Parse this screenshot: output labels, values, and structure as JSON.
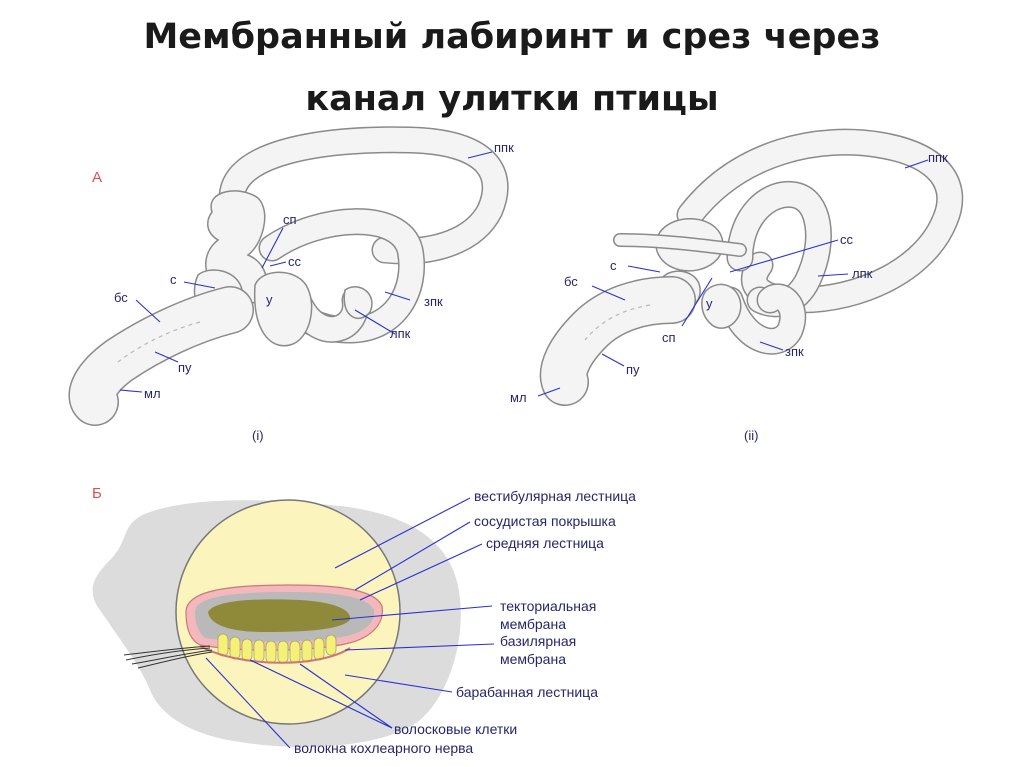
{
  "title": {
    "line1": "Мембранный лабиринт и срез через",
    "line2": "канал улитки птицы"
  },
  "panel_a": {
    "letter": "А",
    "view1": {
      "caption": "(i)",
      "labels": {
        "ppk": "ппк",
        "sp": "сп",
        "ss": "сс",
        "s": "с",
        "u": "у",
        "bs": "бс",
        "zpk": "зпк",
        "lpk": "лпк",
        "pu": "пу",
        "ml": "мл"
      }
    },
    "view2": {
      "caption": "(ii)",
      "labels": {
        "ppk": "ппк",
        "ss": "сс",
        "s": "с",
        "lpk": "лпк",
        "bs": "бс",
        "u": "у",
        "sp": "сп",
        "zpk": "зпк",
        "pu": "пу",
        "ml": "мл"
      }
    }
  },
  "panel_b": {
    "letter": "Б",
    "labels": {
      "vestibular": "вестибулярная лестница",
      "vascular": "сосудистая покрышка",
      "middle": "средняя лестница",
      "tectorial_1": "текториальная",
      "tectorial_2": "мембрана",
      "basilar_1": "базилярная",
      "basilar_2": "мембрана",
      "tympanic": "барабанная лестница",
      "hair_cells": "волосковые клетки",
      "nerve_fibers": "волокна кохлеарного нерва"
    }
  },
  "colors": {
    "letters": "#e05050",
    "leaders": "#2a2fd6",
    "label_text": "#26266a",
    "membrane_fill": "#f4f4f4",
    "membrane_outline": "#8a8a8a",
    "background_tissue": "#dcdcdc",
    "duct_fill": "#fbf4bc",
    "tectorial": "#8f8a3a",
    "vascular_pink": "#f2b8bc",
    "hair_cells": "#f4f07a"
  }
}
